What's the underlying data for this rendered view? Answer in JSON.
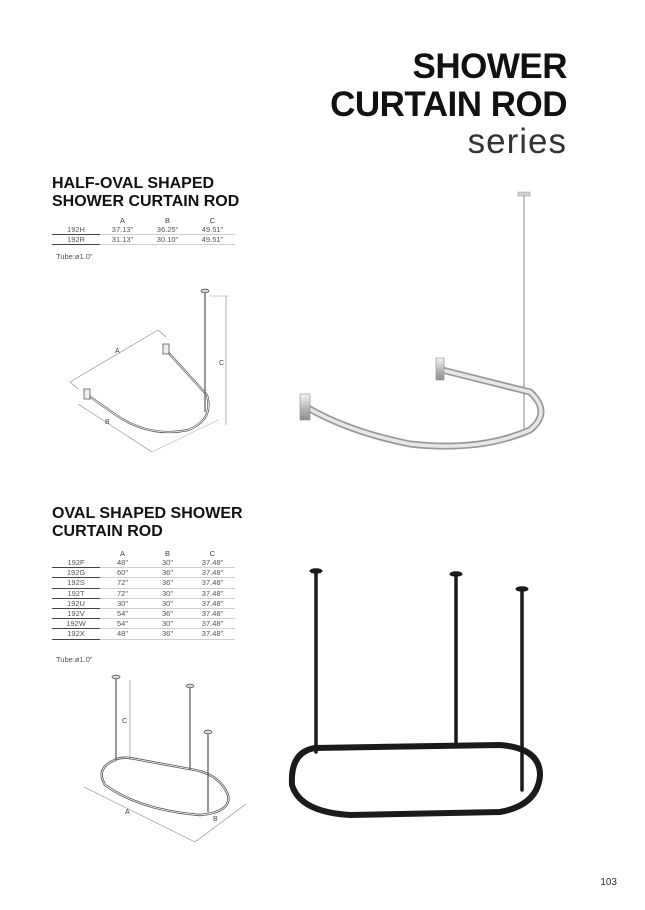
{
  "header": {
    "title_line1": "SHOWER",
    "title_line2": "CURTAIN ROD",
    "title_line3": "series"
  },
  "half_oval": {
    "title_line1": "HALF-OVAL SHAPED",
    "title_line2": "SHOWER CURTAIN ROD",
    "columns": [
      "A",
      "B",
      "C"
    ],
    "rows": [
      {
        "model": "192H",
        "a": "37.13\"",
        "b": "36.25\"",
        "c": "49.51\""
      },
      {
        "model": "192R",
        "a": "31.13\"",
        "b": "30.10\"",
        "c": "49.51\""
      }
    ],
    "tube": "Tube:ø1.0\"",
    "diagram_labels": {
      "a": "A",
      "b": "B",
      "c": "C"
    }
  },
  "oval": {
    "title_line1": "OVAL SHAPED SHOWER",
    "title_line2": "CURTAIN ROD",
    "columns": [
      "A",
      "B",
      "C"
    ],
    "rows": [
      {
        "model": "192F",
        "a": "48\"",
        "b": "30\"",
        "c": "37.48\""
      },
      {
        "model": "192G",
        "a": "60\"",
        "b": "36\"",
        "c": "37.48\""
      },
      {
        "model": "192S",
        "a": "72\"",
        "b": "36\"",
        "c": "37.48\""
      },
      {
        "model": "192T",
        "a": "72\"",
        "b": "30\"",
        "c": "37.48\""
      },
      {
        "model": "192U",
        "a": "30\"",
        "b": "30\"",
        "c": "37.48\""
      },
      {
        "model": "192V",
        "a": "54\"",
        "b": "36\"",
        "c": "37.48\""
      },
      {
        "model": "192W",
        "a": "54\"",
        "b": "30\"",
        "c": "37.48\""
      },
      {
        "model": "192X",
        "a": "48\"",
        "b": "36\"",
        "c": "37.48\""
      }
    ],
    "tube": "Tube:ø1.0\"",
    "diagram_labels": {
      "a": "A",
      "b": "B",
      "c": "C"
    }
  },
  "footer": {
    "page_number": "103"
  },
  "colors": {
    "chrome": "#d8d8d8",
    "black_rod": "#1a1a1a",
    "line_drawing": "#666666"
  }
}
